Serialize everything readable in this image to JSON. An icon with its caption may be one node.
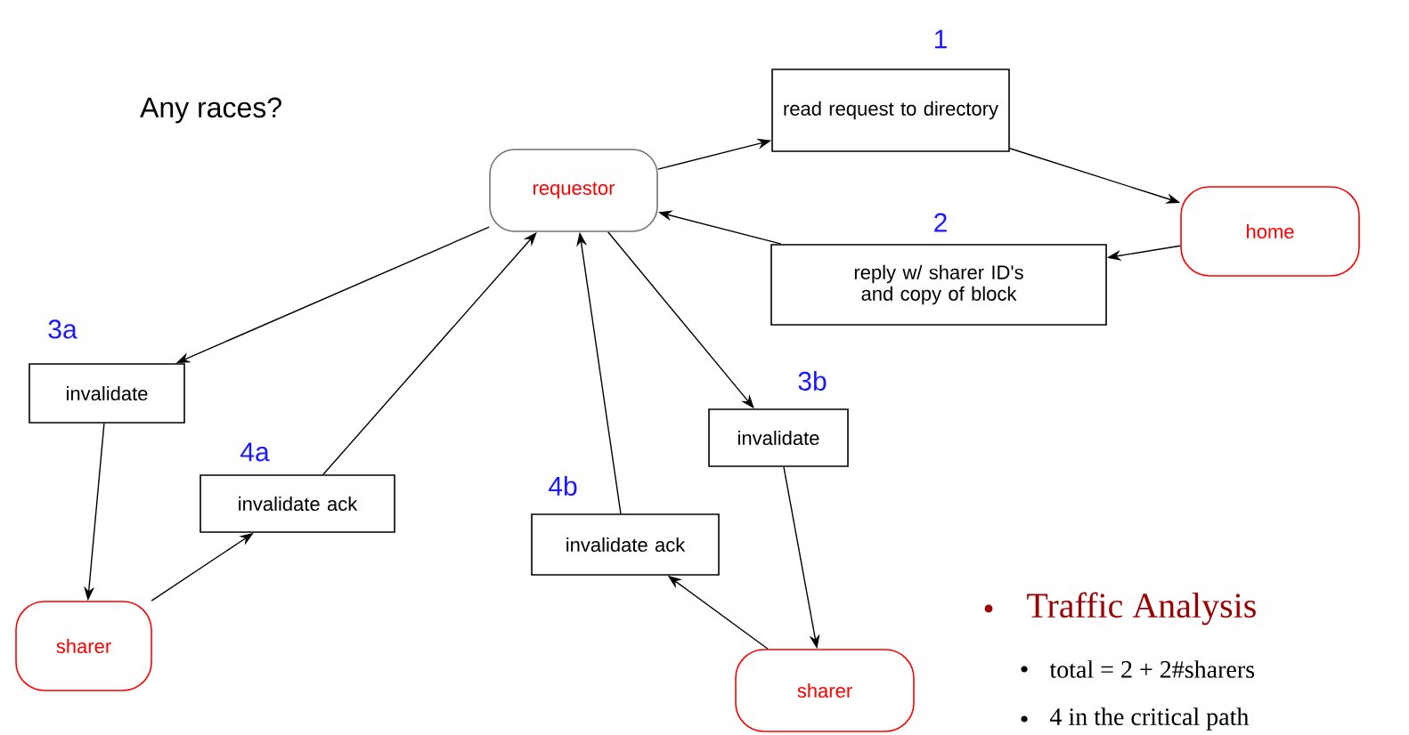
{
  "diagram": {
    "nodes": [
      {
        "text": [
          "requestor"
        ]
      },
      {
        "text": [
          "home"
        ]
      },
      {
        "text": [
          "sharer"
        ]
      },
      {
        "text": [
          "sharer"
        ]
      },
      {
        "text": [
          "read request to directory"
        ],
        "beside": [
          "1"
        ]
      },
      {
        "text": [
          "reply w/ sharer ID's and copy of block"
        ],
        "beside": [
          "2"
        ]
      },
      {
        "text": [
          "invalidate"
        ],
        "beside": [
          "3a"
        ]
      },
      {
        "text": [
          "invalidate ack"
        ],
        "beside": [
          "4a"
        ]
      },
      {
        "text": [
          "invalidate"
        ],
        "beside": [
          "3b"
        ]
      },
      {
        "text": [
          "invalidate ack"
        ],
        "beside": [
          "4b"
        ]
      }
    ],
    "edges": [
      {
        "from": 0,
        "to": 4,
        "arrow": "to"
      },
      {
        "from": 4,
        "to": 1,
        "arrow": "to"
      },
      {
        "from": 1,
        "to": 5,
        "arrow": "to"
      },
      {
        "from": 5,
        "to": 0,
        "arrow": "to"
      },
      {
        "from": 0,
        "to": 6,
        "arrow": "to"
      },
      {
        "from": 6,
        "to": 2,
        "arrow": "to"
      },
      {
        "from": 2,
        "to": 7,
        "arrow": "to"
      },
      {
        "from": 7,
        "to": 0,
        "arrow": "to"
      },
      {
        "from": 0,
        "to": 8,
        "arrow": "to"
      },
      {
        "from": 8,
        "to": 3,
        "arrow": "to"
      },
      {
        "from": 3,
        "to": 9,
        "arrow": "to"
      },
      {
        "from": 9,
        "to": 0,
        "arrow": "to"
      }
    ],
    "labels": [
      "Any races?",
      "Traffic Analysis",
      "total = 2 + 2#sharers",
      "4 in the critical path"
    ]
  }
}
